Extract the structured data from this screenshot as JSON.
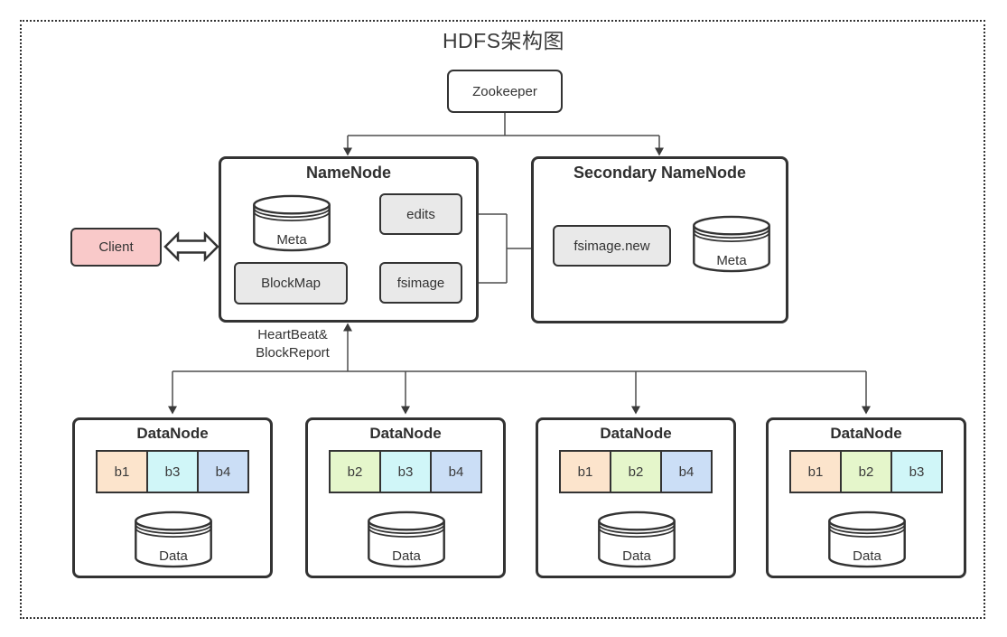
{
  "title": "HDFS架构图",
  "zookeeper": {
    "label": "Zookeeper"
  },
  "client": {
    "label": "Client"
  },
  "namenode": {
    "title": "NameNode",
    "meta_label": "Meta",
    "blockmap_label": "BlockMap",
    "edits_label": "edits",
    "fsimage_label": "fsimage"
  },
  "secondary_namenode": {
    "title": "Secondary NameNode",
    "fsimage_new_label": "fsimage.new",
    "meta_label": "Meta"
  },
  "heartbeat": {
    "line1": "HeartBeat&",
    "line2": "BlockReport"
  },
  "datanodes": [
    {
      "title": "DataNode",
      "data_label": "Data",
      "blocks": [
        {
          "label": "b1",
          "color": "#fce4cc"
        },
        {
          "label": "b3",
          "color": "#d0f6f8"
        },
        {
          "label": "b4",
          "color": "#cbdef6"
        }
      ]
    },
    {
      "title": "DataNode",
      "data_label": "Data",
      "blocks": [
        {
          "label": "b2",
          "color": "#e5f6cb"
        },
        {
          "label": "b3",
          "color": "#d0f6f8"
        },
        {
          "label": "b4",
          "color": "#cbdef6"
        }
      ]
    },
    {
      "title": "DataNode",
      "data_label": "Data",
      "blocks": [
        {
          "label": "b1",
          "color": "#fce4cc"
        },
        {
          "label": "b2",
          "color": "#e5f6cb"
        },
        {
          "label": "b4",
          "color": "#cbdef6"
        }
      ]
    },
    {
      "title": "DataNode",
      "data_label": "Data",
      "blocks": [
        {
          "label": "b1",
          "color": "#fce4cc"
        },
        {
          "label": "b2",
          "color": "#e5f6cb"
        },
        {
          "label": "b3",
          "color": "#d0f6f8"
        }
      ]
    }
  ],
  "colors": {
    "border": "#333333",
    "line": "#4d4d4d",
    "gray_box_fill": "#e9e9e9",
    "client_fill": "#f9c9c9"
  }
}
